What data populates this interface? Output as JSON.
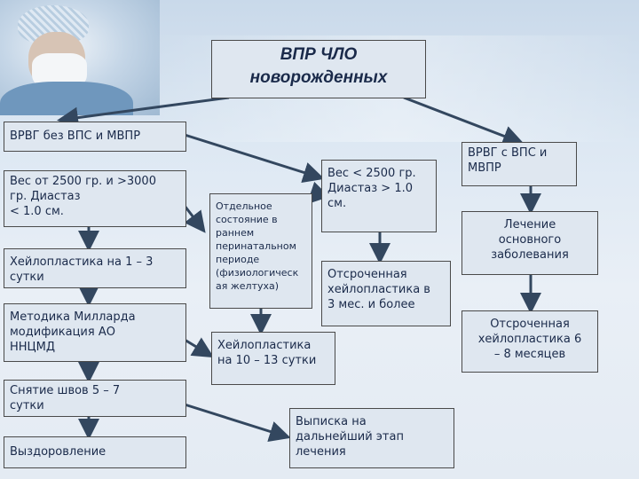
{
  "diagram": {
    "title": "ВПР ЧЛО\nноворожденных",
    "left_header": "ВРВГ без ВПС и МВПР",
    "weight_normal": "Вес от 2500 гр. и >3000\nгр. Диастаз\n< 1.0 см.",
    "cheiloplasty_1_3": "Хейлопластика на 1 – 3\nсутки",
    "millard": "Методика Милларда\nмодификация АО\nННЦМД",
    "sutures": "Снятие швов 5 – 7\nсутки",
    "recovery": "Выздоровление",
    "separate_state": "Отдельное\nсостояние в\nраннем\nперинатальном\nпериоде\n(физиологическ\nая желтуха)",
    "weight_low": "Вес < 2500 гр.\nДиастаз > 1.0\nсм.",
    "cheiloplasty_10_13": "Хейлопластика\nна 10 – 13 сутки",
    "delayed_3m": "Отсроченная\nхейлопластика в\n3 мес. и более",
    "discharge": "Выписка на\nдальнейший этап\nлечения",
    "right_header": "ВРВГ с ВПС и\nМВПР",
    "treatment": "Лечение\nосновного\nзаболевания",
    "delayed_6_8": "Отсроченная\nхейлопластика 6\n– 8 месяцев"
  },
  "colors": {
    "box_fill": "#dfe7f0",
    "box_border": "#4a4a4a",
    "text": "#1a2a4a",
    "arrow": "#33475f"
  }
}
